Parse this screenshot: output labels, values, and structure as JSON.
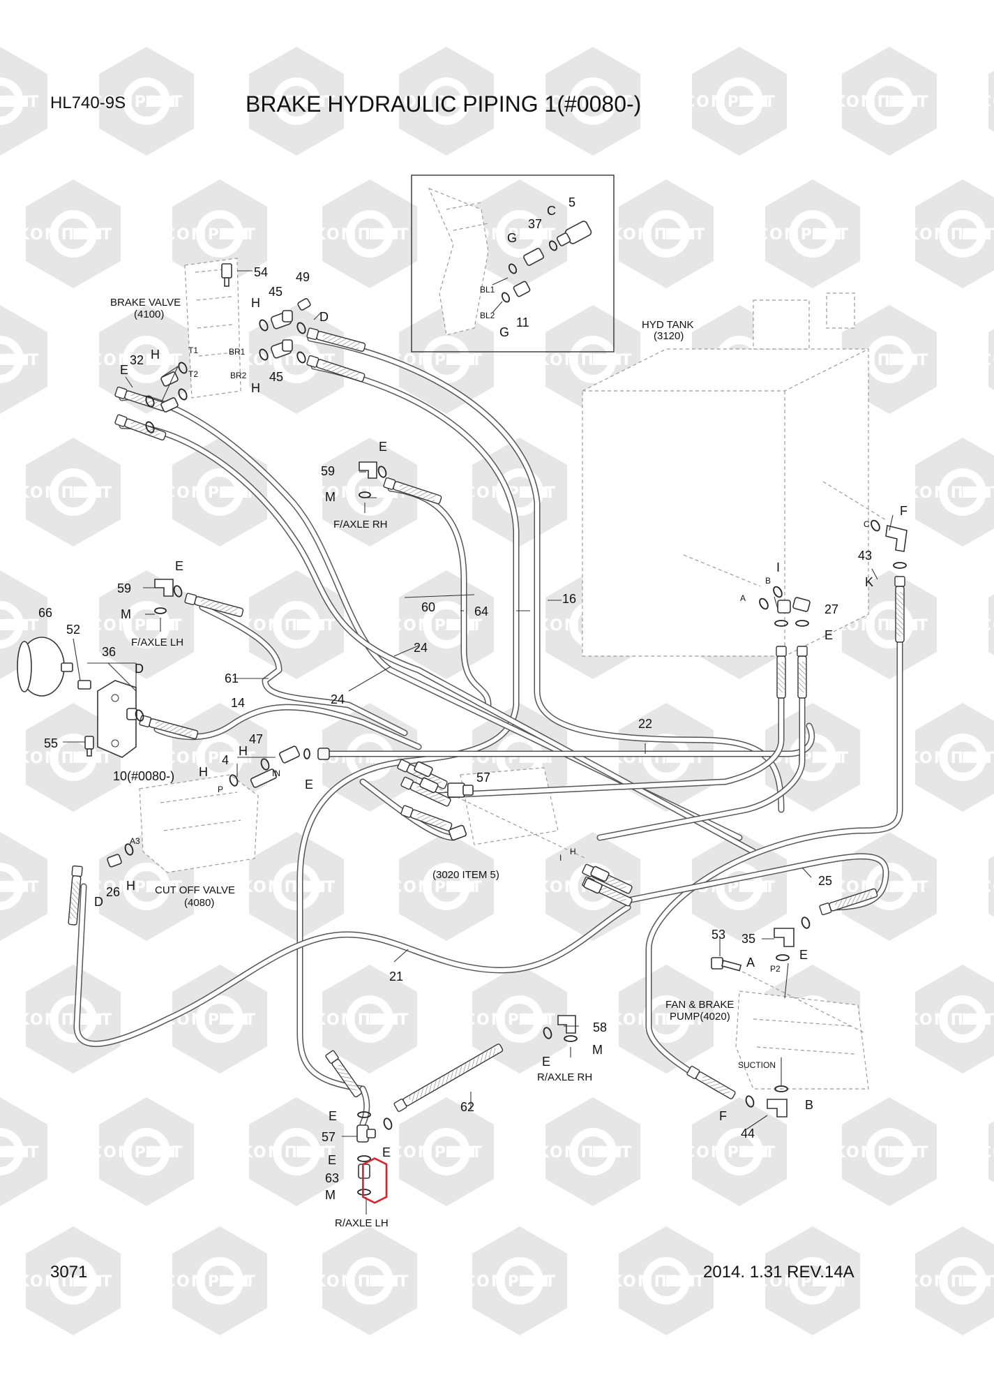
{
  "header": {
    "model": "HL740-9S",
    "title": "BRAKE HYDRAULIC PIPING 1(#0080-)"
  },
  "footer": {
    "page_number": "3071",
    "revision": "2014. 1.31  REV.14A"
  },
  "watermark": {
    "text_a": "KOMПAPT",
    "text_b": "COMPART"
  },
  "components": {
    "brake_valve": "BRAKE VALVE",
    "brake_valve_code": "(4100)",
    "hyd_tank": "HYD TANK",
    "hyd_tank_code": "(3120)",
    "cut_off_valve": "CUT OFF VALVE",
    "cut_off_valve_code": "(4080)",
    "fan_brake_pump": "FAN & BRAKE",
    "fan_brake_pump_2": "PUMP(4020)",
    "item_3020": "(3020 ITEM 5)",
    "suction": "SUCTION",
    "f_axle_rh": "F/AXLE RH",
    "f_axle_lh": "F/AXLE LH",
    "r_axle_rh": "R/AXLE RH",
    "r_axle_lh": "R/AXLE LH",
    "bracket_note": "10(#0080-)"
  },
  "ports": {
    "t1": "T1",
    "t2": "T2",
    "br1": "BR1",
    "br2": "BR2",
    "bl1": "BL1",
    "bl2": "BL2",
    "a": "A",
    "b": "B",
    "c": "C",
    "p": "P",
    "in": "IN",
    "a3": "A3",
    "p2": "P2",
    "h": "H",
    "i": "I"
  },
  "part_numbers": {
    "p4": "4",
    "p5": "5",
    "p11": "11",
    "p14": "14",
    "p16": "16",
    "p21": "21",
    "p22": "22",
    "p24": "24",
    "p25": "25",
    "p26": "26",
    "p27": "27",
    "p32": "32",
    "p35": "35",
    "p36": "36",
    "p37": "37",
    "p43": "43",
    "p44": "44",
    "p45": "45",
    "p47": "47",
    "p49": "49",
    "p52": "52",
    "p53": "53",
    "p54": "54",
    "p55": "55",
    "p57": "57",
    "p58": "58",
    "p59": "59",
    "p60": "60",
    "p61": "61",
    "p62": "62",
    "p63": "63",
    "p64": "64",
    "p66": "66"
  },
  "seal_letters": {
    "a": "A",
    "b": "B",
    "c": "C",
    "d": "D",
    "e": "E",
    "f": "F",
    "g": "G",
    "h": "H",
    "i": "I",
    "k": "K",
    "m": "M"
  },
  "highlight": {
    "part": "63",
    "color": "#d9232e"
  }
}
